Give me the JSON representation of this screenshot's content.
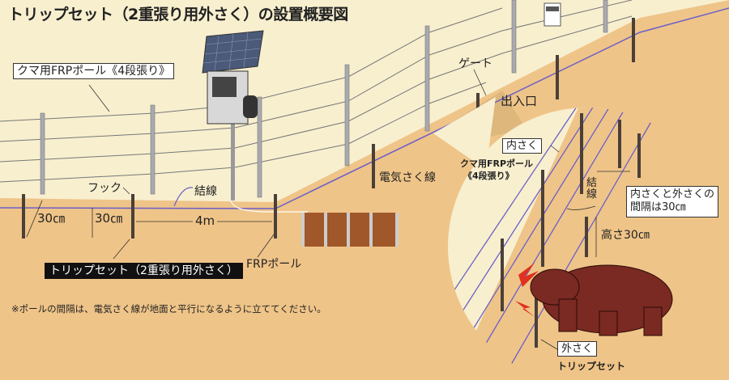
{
  "title": "トリップセット（2重張り用外さく）の設置概要図",
  "labels": {
    "bear_pole_4": "クマ用FRPポール《4段張り》",
    "gate": "ゲート",
    "entrance": "出入口",
    "electric_wire": "電気さく線",
    "tie_wire": "結線",
    "hook": "フック",
    "dist_30_diag": "30㎝",
    "height_30": "30㎝",
    "spacing_4m": "4m",
    "frp_pole": "FRPポール",
    "trip_set_label": "トリップセット（2重張り用外さく）",
    "note": "※ポールの間隔は、電気さく線が地面と平行になるように立ててください。"
  },
  "inset": {
    "inner_fence": "内さく",
    "bear_pole": "クマ用FRPポール",
    "four_tier": "《4段張り》",
    "tie_wire": "結線",
    "gap_line1": "内さくと外さくの",
    "gap_line2": "間隔は30㎝",
    "height": "高さ30㎝",
    "outer_fence": "外さく",
    "trip_set": "トリップセット"
  },
  "colors": {
    "sky": "#f8efcf",
    "ground": "#efc488",
    "wire": "#6a5fc8",
    "pole": "#4a4038",
    "bear": "#7a2a22"
  }
}
